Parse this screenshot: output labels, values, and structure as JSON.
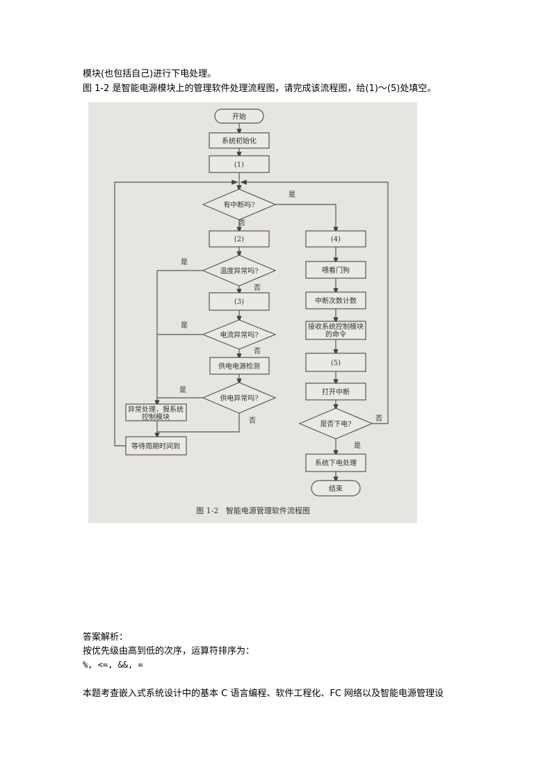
{
  "intro": {
    "line1": "模块(也包括自己)进行下电处理。",
    "line2": "图 1-2 是智能电源模块上的管理软件处理流程图，请完成该流程图，给(1)～(5)处填空。"
  },
  "flowchart": {
    "start": "开始",
    "init": "系统初始化",
    "blank1": "(1)",
    "has_interrupt": "有中断吗?",
    "blank2": "(2)",
    "temp_abnormal": "温度异常吗?",
    "blank3": "(3)",
    "current_abnormal": "电流异常吗?",
    "power_check": "供电电源检测",
    "power_abnormal": "供电异常吗?",
    "exception_line1": "异常处理，报系统",
    "exception_line2": "控制模块",
    "wait": "等待周期时间到",
    "blank4": "(4)",
    "watchdog": "喂看门狗",
    "count": "中断次数计数",
    "receive_line1": "接收系统控制模块",
    "receive_line2": "的命令",
    "blank5": "(5)",
    "enable_int": "打开中断",
    "power_down_q": "是否下电?",
    "power_down": "系统下电处理",
    "end": "结束",
    "yes": "是",
    "no": "否",
    "caption": "图 1-2   智能电源管理软件流程图"
  },
  "answer": {
    "heading": "答案解析：",
    "line1": "按优先级由高到低的次序，运算符排序为：",
    "operators": "%, <=, &&, =",
    "line2": "本题考查嵌入式系统设计中的基本 C 语言编程、软件工程化、FC 网络以及智能电源管理设"
  }
}
